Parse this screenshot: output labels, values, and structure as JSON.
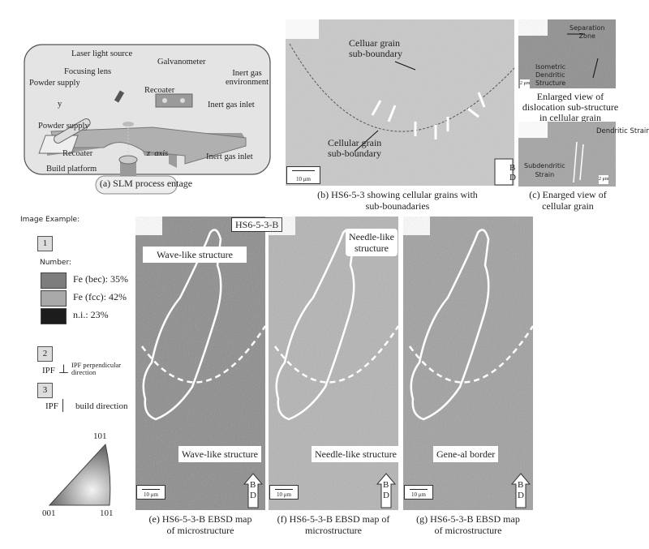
{
  "panel_a": {
    "caption": "(a) SLM process entage",
    "labels": {
      "laser": "Laser light source",
      "lens": "Focusing lens",
      "galvo": "Galvanometer",
      "inert_env": "Inert gas\nenvironment",
      "powder1": "Powder supply",
      "recoater1": "Recoater",
      "y": "y",
      "inert_inlet1": "Inert gas inlet",
      "powder2": "Powder supply",
      "recoater2": "Recoater",
      "z": "z  axis",
      "inert_inlet2": "Inert gas inlet",
      "platform": "Build platform"
    }
  },
  "panel_b": {
    "caption_line1": "(b) HS6-5-3 showing cellular grains with",
    "caption_line2": "sub-bounadaries",
    "label_top": "Celluar grain\nsub-boundary",
    "label_bottom": "Cellular grain\nsub-boundary",
    "scale": "10 μm",
    "bd_b": "B",
    "bd_d": "D"
  },
  "panel_c": {
    "top_labels": {
      "separation": "Separation\nZone",
      "isometric": "Isometric\nDendritic\nStructure",
      "scale": "2 μm"
    },
    "top_caption": "Enlarged view of\ndislocation sub-structure\nin cellular grain",
    "bottom_labels": {
      "dendritic": "Dendritic Strain",
      "subdendritic": "Subdendritic\nStrain",
      "scale": "2 μm"
    },
    "caption_line1": "(c) Enarged view of",
    "caption_line2": "cellular grain"
  },
  "legend": {
    "heading": "Image Example:",
    "box1": "1",
    "number_label": "Number:",
    "phases": [
      {
        "label": "Fe (bec): 35%",
        "color": "#7d7d7d"
      },
      {
        "label": "Fe (fcc): 42%",
        "color": "#a8a8a8"
      },
      {
        "label": "n.i.: 23%",
        "color": "#1c1c1c"
      }
    ],
    "box2": "2",
    "ipf_perp": "IPF",
    "ipf_perp_desc": "IPF perpendicular\ndirection",
    "box3": "3",
    "ipf_build": "IPF",
    "ipf_build_desc": "build direction",
    "triangle": {
      "top": "101",
      "left": "001",
      "right": "101"
    }
  },
  "panels_efg": [
    {
      "id": "e",
      "tag": "HS6-5-3-B",
      "top_label": "Wave-like structure",
      "bottom_label": "Wave-like structure",
      "scale": "10 μm",
      "bd_b": "B",
      "bd_d": "D",
      "caption": "(e) HS6-5-3-B EBSD map\nof microstructure",
      "tone": "#8c8c8c"
    },
    {
      "id": "f",
      "top_label": "Needle-like\nstructure",
      "bottom_label": "Needle-like structure",
      "scale": "10 μm",
      "bd_b": "B",
      "bd_d": "D",
      "caption": "(f) HS6-5-3-B EBSD map of\nmicrostructure",
      "tone": "#b4b4b4"
    },
    {
      "id": "g",
      "bottom_label": "Gene-al border",
      "scale": "10 μm",
      "bd_b": "B",
      "bd_d": "D",
      "caption": "(g) HS6-5-3-B EBSD map\nof microstructure",
      "tone": "#a0a0a0"
    }
  ]
}
